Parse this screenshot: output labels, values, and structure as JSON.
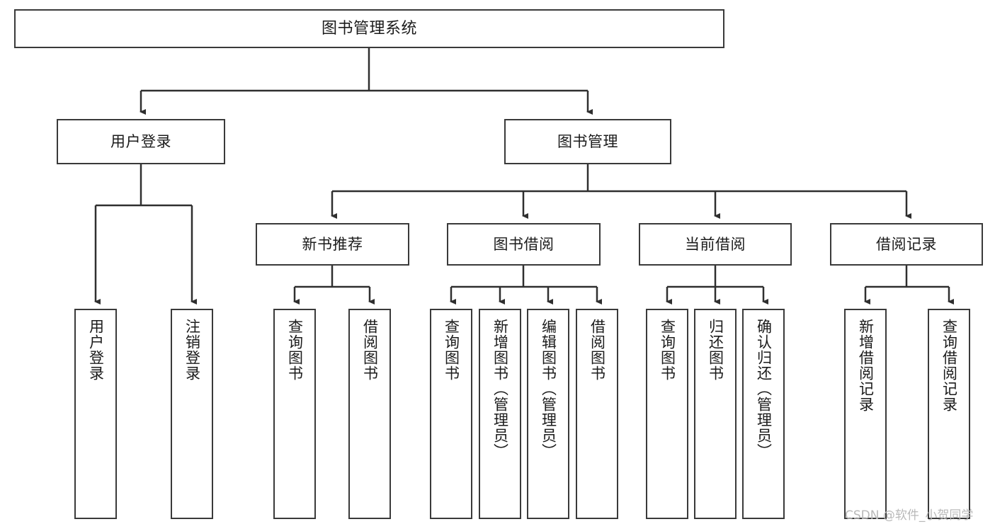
{
  "diagram": {
    "title": "图书管理系统",
    "type": "tree-hierarchy",
    "watermark": "CSDN @软件_小贺同学",
    "colors": {
      "background": "#ffffff",
      "box_border": "#3a3a3a",
      "connector": "#2f2f2f",
      "text": "#1b1b1b",
      "watermark_text": "#b9b9b9"
    },
    "root": {
      "label": "图书管理系统"
    },
    "level2": [
      {
        "label": "用户登录"
      },
      {
        "label": "图书管理"
      }
    ],
    "level3": [
      {
        "label": "新书推荐"
      },
      {
        "label": "图书借阅"
      },
      {
        "label": "当前借阅"
      },
      {
        "label": "借阅记录"
      }
    ],
    "leaves": {
      "user_login": [
        {
          "label": "用户登录"
        },
        {
          "label": "注销登录"
        }
      ],
      "new_book_recommend": [
        {
          "label": "查询图书"
        },
        {
          "label": "借阅图书"
        }
      ],
      "book_borrow": [
        {
          "label": "查询图书"
        },
        {
          "label": "新增图书（管理员）"
        },
        {
          "label": "编辑图书（管理员）"
        },
        {
          "label": "借阅图书"
        }
      ],
      "current_borrow": [
        {
          "label": "查询图书"
        },
        {
          "label": "归还图书"
        },
        {
          "label": "确认归还（管理员）"
        }
      ],
      "borrow_record": [
        {
          "label": "新增借阅记录"
        },
        {
          "label": "查询借阅记录"
        }
      ]
    }
  }
}
